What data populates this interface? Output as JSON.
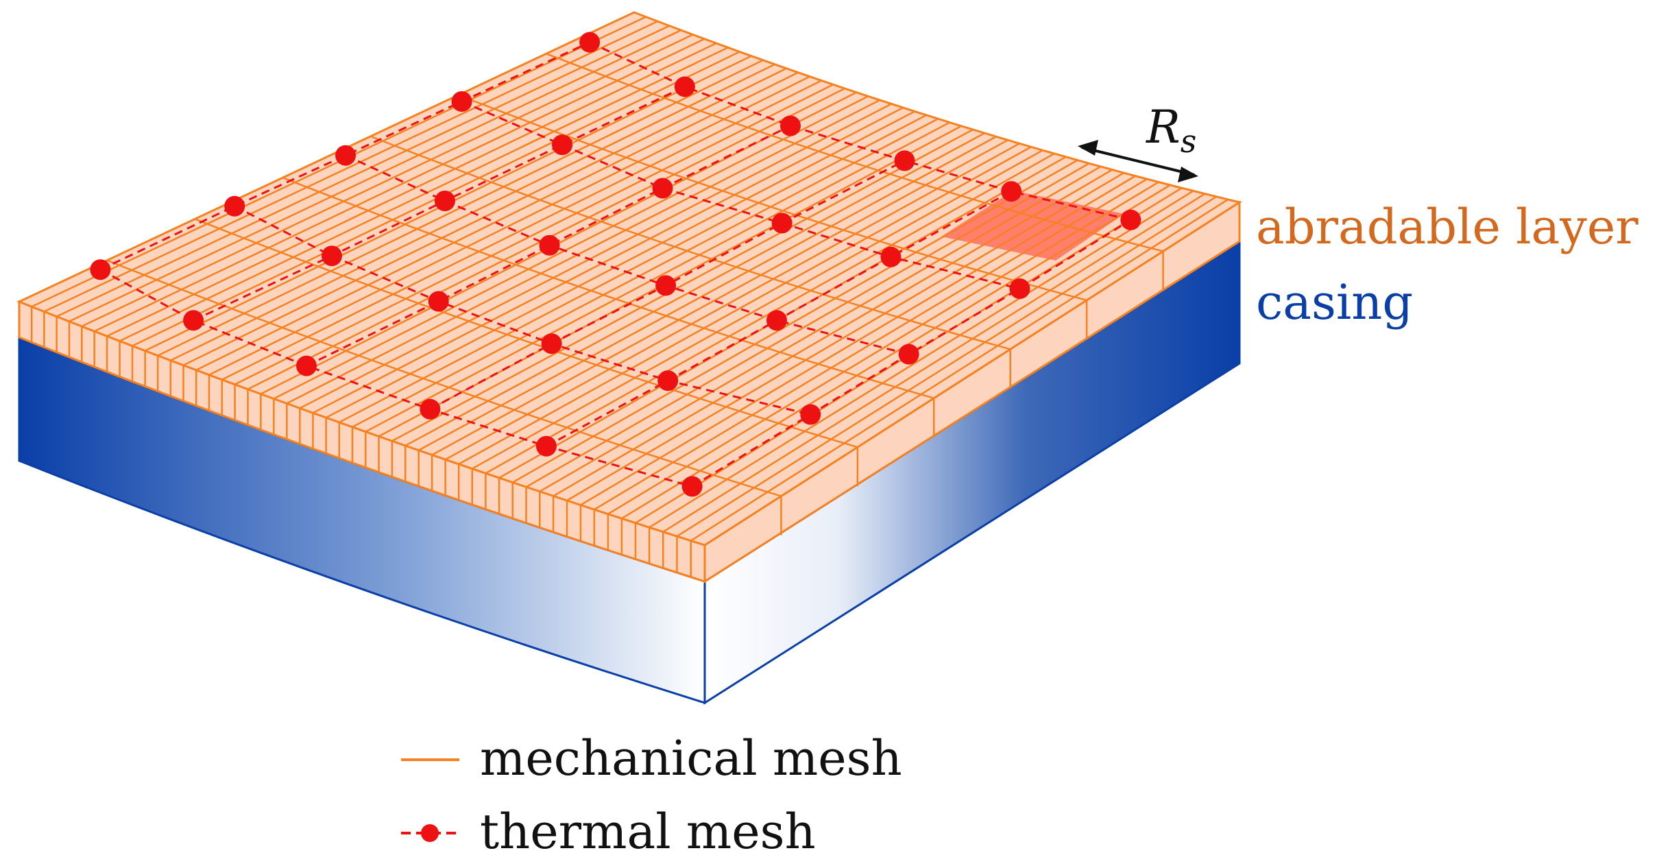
{
  "labels": {
    "abradable_layer": "abradable layer",
    "casing": "casing",
    "rs_main": "R",
    "rs_sub": "s"
  },
  "legend": {
    "mechanical_mesh": "mechanical mesh",
    "thermal_mesh": "thermal mesh"
  },
  "colors": {
    "abradable_fill": "#FDD5BE",
    "mesh_orange": "#F58120",
    "abradable_text": "#D2691E",
    "casing_blue": "#0D47A1",
    "casing_dark": "#0A3FA8",
    "thermal_red": "#EE1111",
    "highlight_cell": "#FF6F5E",
    "arrow_black": "#111111"
  },
  "icons": {
    "mechanical_mesh_legend": "orange-line-icon",
    "thermal_mesh_legend": "red-dashed-dot-line-icon",
    "rs_arrow": "double-headed-arrow-icon"
  }
}
